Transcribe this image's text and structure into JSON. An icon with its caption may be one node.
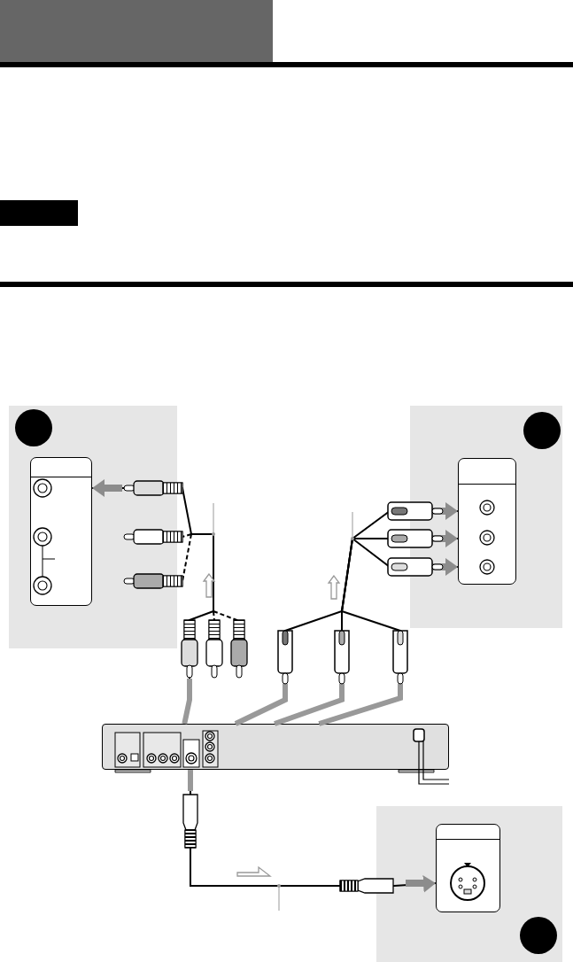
{
  "diagram": {
    "nodes": [
      {
        "text": [],
        "shape": "box"
      },
      {
        "text": [],
        "shape": "box"
      },
      {
        "text": [],
        "shape": "circle",
        "in": 1
      },
      {
        "text": [],
        "shape": "box",
        "in": 1
      },
      {
        "text": [],
        "shape": "box"
      },
      {
        "text": [],
        "shape": "circle",
        "in": 4
      },
      {
        "text": [],
        "shape": "box",
        "in": 4
      },
      {
        "text": [],
        "shape": "box"
      },
      {
        "text": [],
        "shape": "box"
      },
      {
        "text": [],
        "shape": "box",
        "in": 8
      },
      {
        "text": [],
        "shape": "circle",
        "in": 8
      }
    ],
    "edges": [
      {
        "from": 7,
        "to": 3,
        "arrow": "to"
      },
      {
        "from": 7,
        "to": 6,
        "arrow": "to"
      },
      {
        "from": 7,
        "to": 6,
        "arrow": "to"
      },
      {
        "from": 7,
        "to": 6,
        "arrow": "to"
      },
      {
        "from": 7,
        "to": 9,
        "arrow": "to"
      }
    ]
  }
}
